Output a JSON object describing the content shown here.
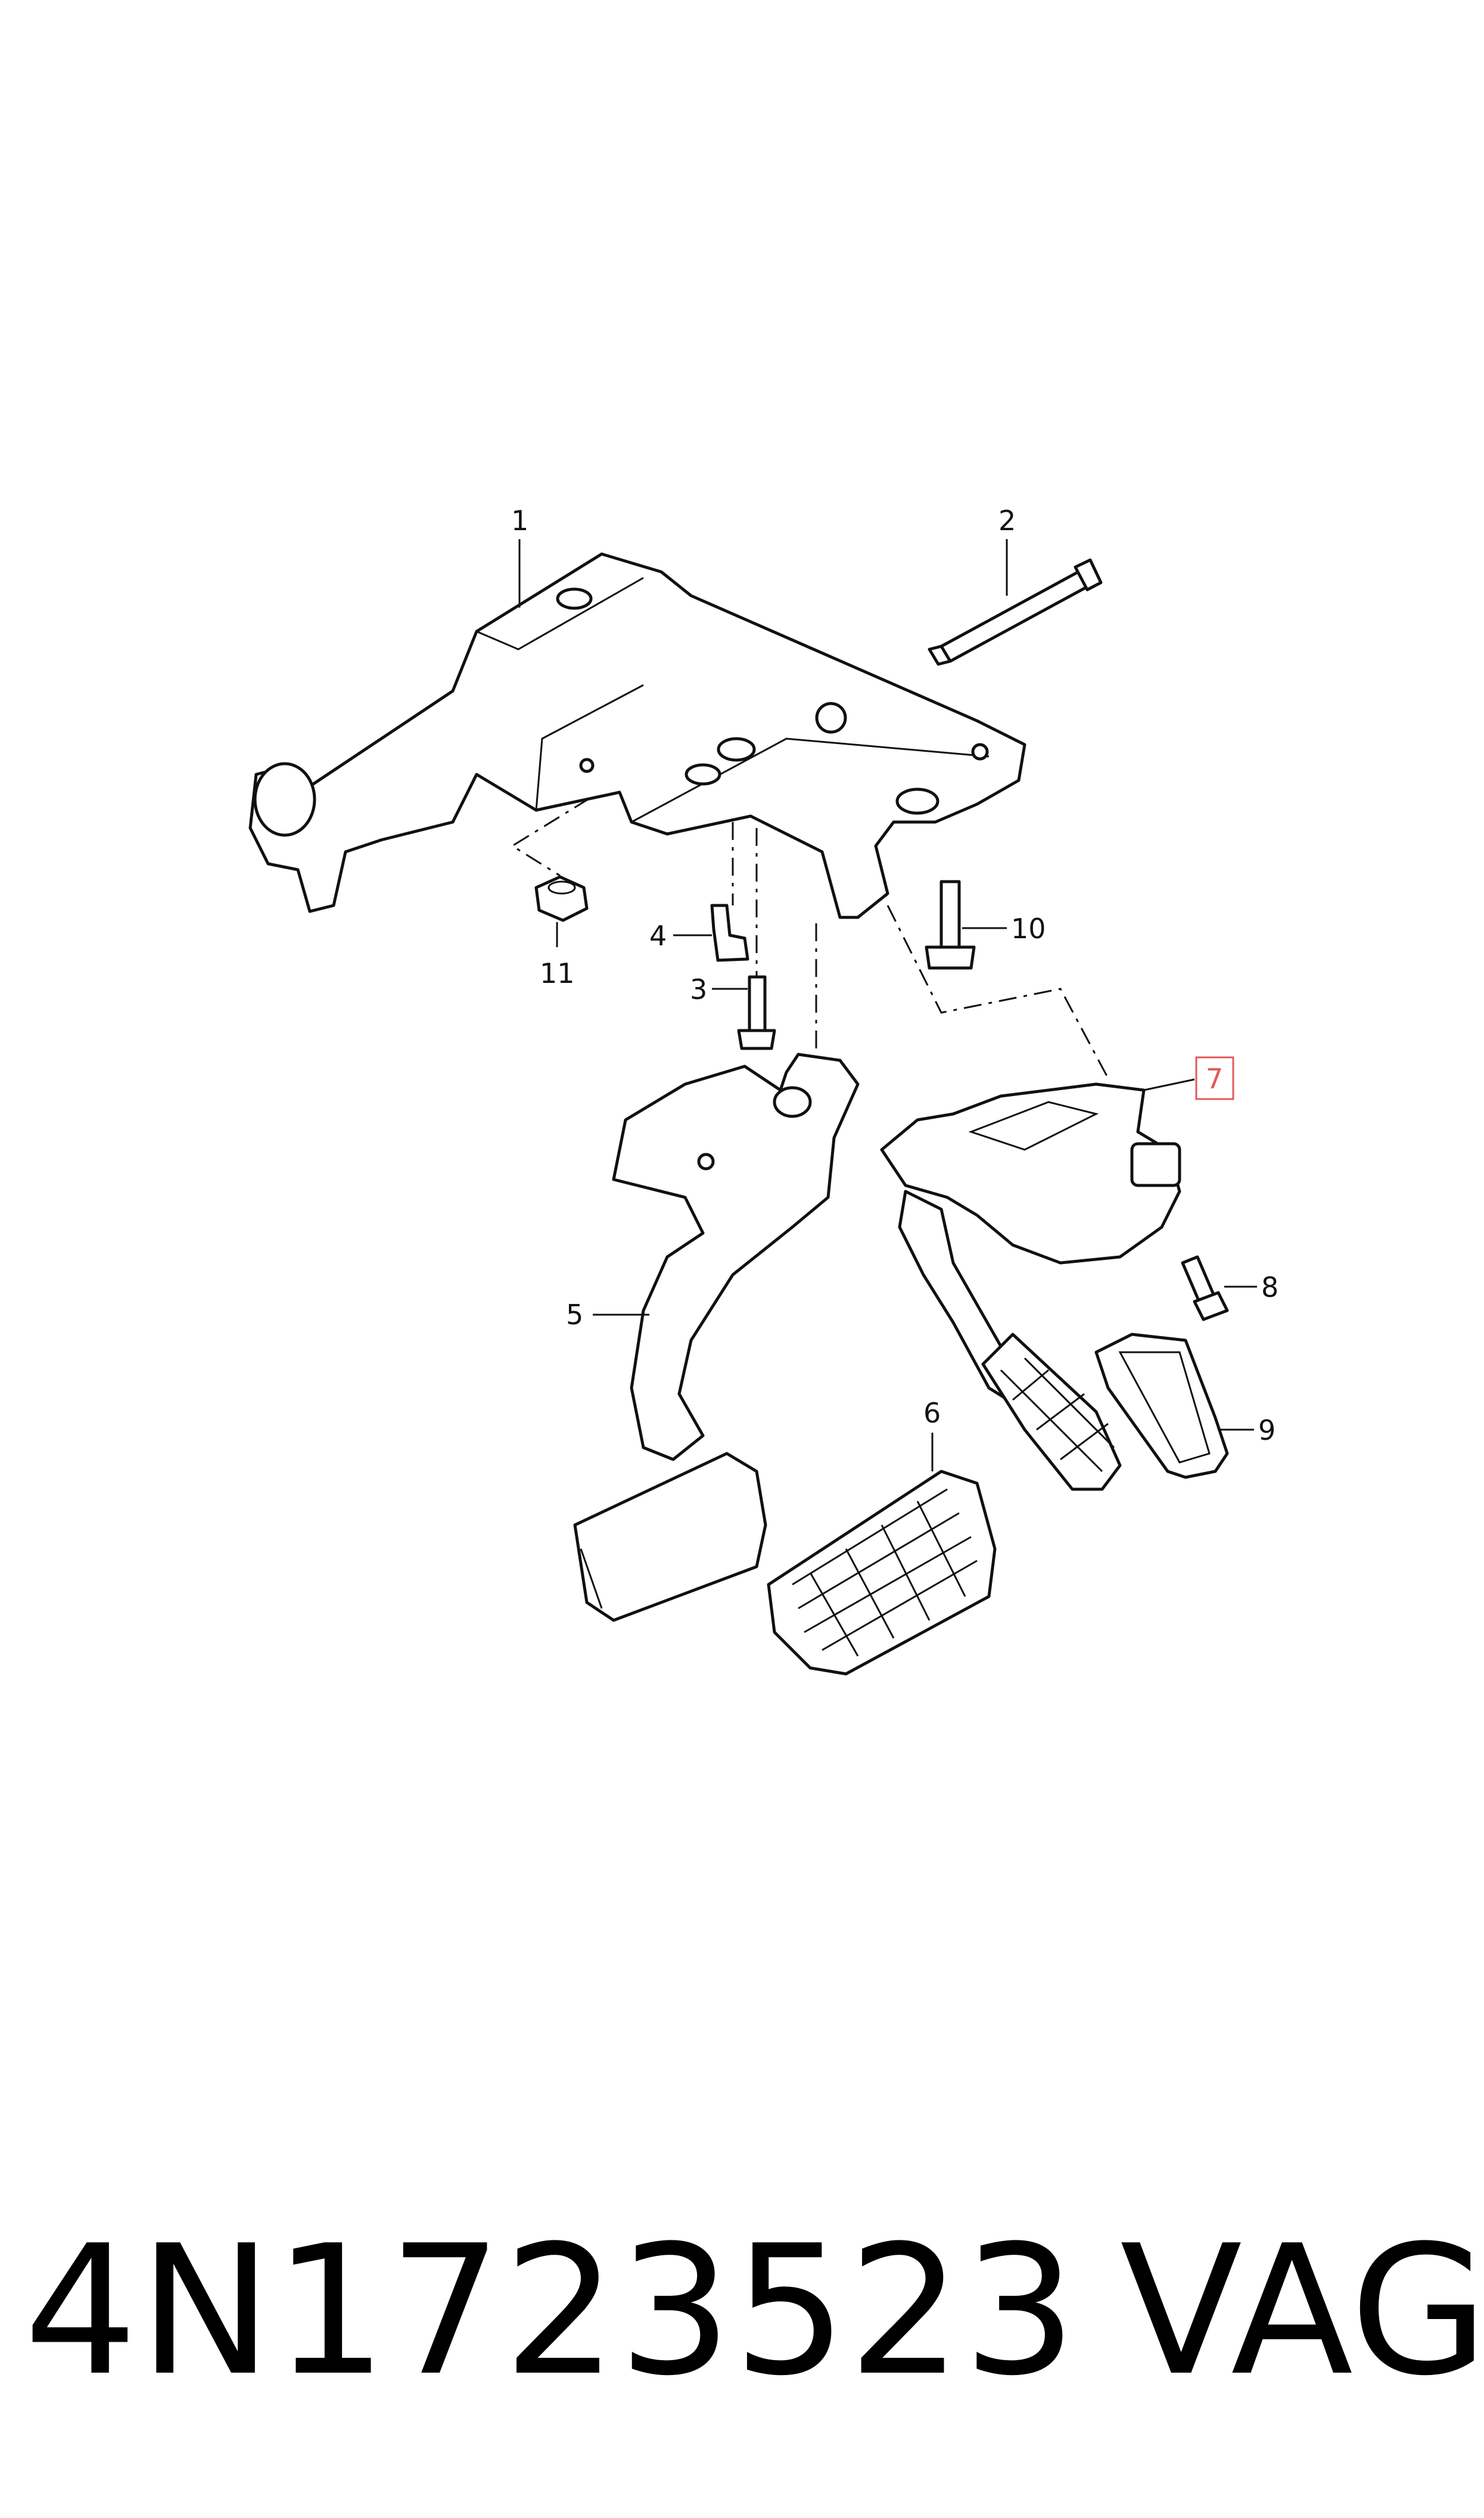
{
  "diagram": {
    "callouts": [
      {
        "id": "1",
        "label": "1"
      },
      {
        "id": "2",
        "label": "2"
      },
      {
        "id": "3",
        "label": "3"
      },
      {
        "id": "4",
        "label": "4"
      },
      {
        "id": "5",
        "label": "5"
      },
      {
        "id": "6",
        "label": "6"
      },
      {
        "id": "7",
        "label": "7",
        "highlighted": true
      },
      {
        "id": "8",
        "label": "8"
      },
      {
        "id": "9",
        "label": "9"
      },
      {
        "id": "10",
        "label": "10"
      },
      {
        "id": "11",
        "label": "11"
      }
    ],
    "highlight_color": "#e05a5a"
  },
  "footer": {
    "part_number": "4N1723523",
    "brand": "VAG"
  }
}
